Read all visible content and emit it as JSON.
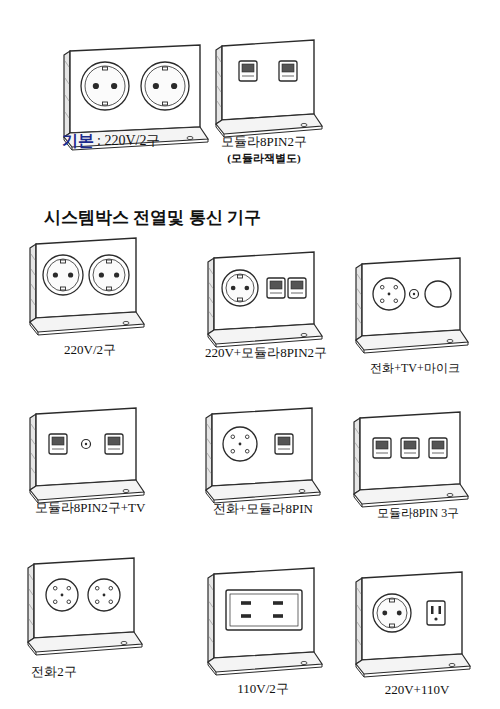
{
  "diagram": {
    "title": "시스템박스 전열및 통신 기구",
    "labels": [
      "기본",
      ": 220V/2구",
      "모듈라8PIN2구",
      "(모듈라잭별도)",
      "220V/2구",
      "220V+모듈라8PIN2구",
      "전화+TV+마이크",
      "모듈라8PIN2구+TV",
      "전화+모듈라8PIN",
      "모듈라8PIN 3구",
      "전화2구",
      "110V/2구",
      "220V+110V"
    ]
  }
}
